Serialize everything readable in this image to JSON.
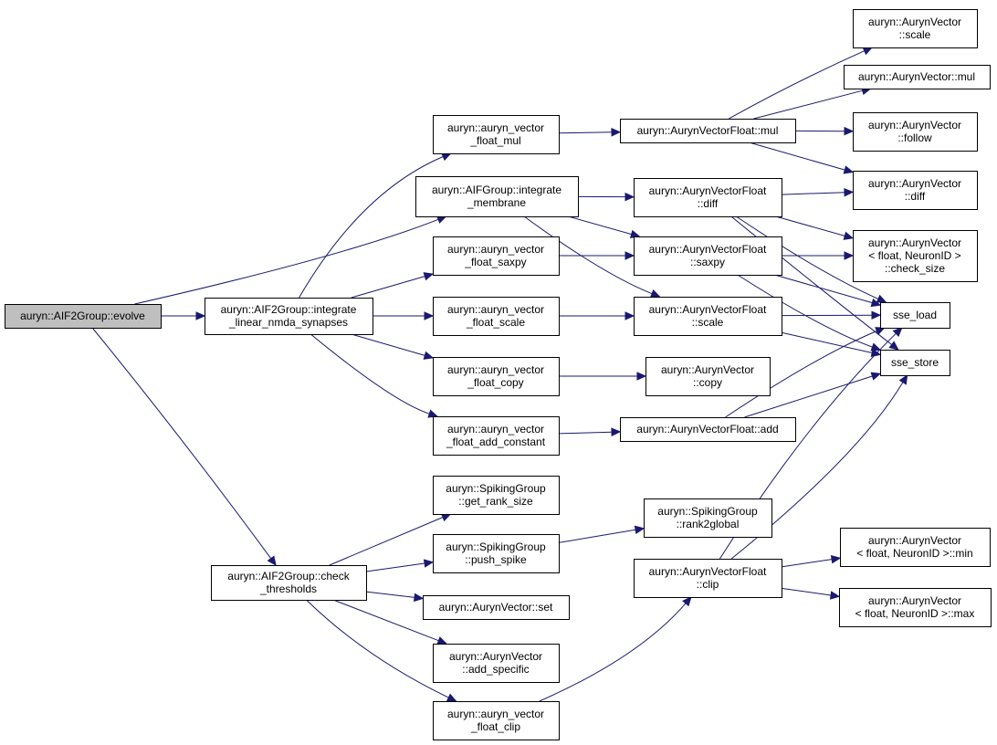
{
  "graph": {
    "nodes": [
      {
        "id": "evolve",
        "lines": [
          "auryn::AIF2Group::evolve"
        ],
        "root": true
      },
      {
        "id": "integrate_linear",
        "lines": [
          "auryn::AIF2Group::integrate",
          "_linear_nmda_synapses"
        ]
      },
      {
        "id": "check_thresholds",
        "lines": [
          "auryn::AIF2Group::check",
          "_thresholds"
        ]
      },
      {
        "id": "integrate_membrane",
        "lines": [
          "auryn::AIFGroup::integrate",
          "_membrane"
        ]
      },
      {
        "id": "avf_mul",
        "lines": [
          "auryn::auryn_vector",
          "_float_mul"
        ]
      },
      {
        "id": "avf_saxpy",
        "lines": [
          "auryn::auryn_vector",
          "_float_saxpy"
        ]
      },
      {
        "id": "avf_scale",
        "lines": [
          "auryn::auryn_vector",
          "_float_scale"
        ]
      },
      {
        "id": "avf_copy",
        "lines": [
          "auryn::auryn_vector",
          "_float_copy"
        ]
      },
      {
        "id": "avf_add_constant",
        "lines": [
          "auryn::auryn_vector",
          "_float_add_constant"
        ]
      },
      {
        "id": "get_rank_size",
        "lines": [
          "auryn::SpikingGroup",
          "::get_rank_size"
        ]
      },
      {
        "id": "push_spike",
        "lines": [
          "auryn::SpikingGroup",
          "::push_spike"
        ]
      },
      {
        "id": "av_set",
        "lines": [
          "auryn::AurynVector::set"
        ]
      },
      {
        "id": "add_specific",
        "lines": [
          "auryn::AurynVector",
          "::add_specific"
        ]
      },
      {
        "id": "avf_clip",
        "lines": [
          "auryn::auryn_vector",
          "_float_clip"
        ]
      },
      {
        "id": "AVF_mul",
        "lines": [
          "auryn::AurynVectorFloat::mul"
        ]
      },
      {
        "id": "AVF_diff",
        "lines": [
          "auryn::AurynVectorFloat",
          "::diff"
        ]
      },
      {
        "id": "AVF_saxpy",
        "lines": [
          "auryn::AurynVectorFloat",
          "::saxpy"
        ]
      },
      {
        "id": "AVF_scale",
        "lines": [
          "auryn::AurynVectorFloat",
          "::scale"
        ]
      },
      {
        "id": "AV_copy",
        "lines": [
          "auryn::AurynVector",
          "::copy"
        ]
      },
      {
        "id": "AVF_add",
        "lines": [
          "auryn::AurynVectorFloat::add"
        ]
      },
      {
        "id": "rank2global",
        "lines": [
          "auryn::SpikingGroup",
          "::rank2global"
        ]
      },
      {
        "id": "AVF_clip",
        "lines": [
          "auryn::AurynVectorFloat",
          "::clip"
        ]
      },
      {
        "id": "AV_scale",
        "lines": [
          "auryn::AurynVector",
          "::scale"
        ]
      },
      {
        "id": "AV_mul",
        "lines": [
          "auryn::AurynVector::mul"
        ]
      },
      {
        "id": "AV_follow",
        "lines": [
          "auryn::AurynVector",
          "::follow"
        ]
      },
      {
        "id": "AV_diff",
        "lines": [
          "auryn::AurynVector",
          "::diff"
        ]
      },
      {
        "id": "AV_check_size",
        "lines": [
          "auryn::AurynVector",
          "< float, NeuronID >",
          "::check_size"
        ]
      },
      {
        "id": "sse_load",
        "lines": [
          "sse_load"
        ]
      },
      {
        "id": "sse_store",
        "lines": [
          "sse_store"
        ]
      },
      {
        "id": "AV_min",
        "lines": [
          "auryn::AurynVector",
          "< float, NeuronID >::min"
        ]
      },
      {
        "id": "AV_max",
        "lines": [
          "auryn::AurynVector",
          "< float, NeuronID >::max"
        ]
      }
    ],
    "edges": [
      {
        "from": "evolve",
        "to": "integrate_linear"
      },
      {
        "from": "evolve",
        "to": "integrate_membrane"
      },
      {
        "from": "evolve",
        "to": "check_thresholds"
      },
      {
        "from": "integrate_linear",
        "to": "avf_mul"
      },
      {
        "from": "integrate_linear",
        "to": "avf_saxpy"
      },
      {
        "from": "integrate_linear",
        "to": "avf_scale"
      },
      {
        "from": "integrate_linear",
        "to": "avf_copy"
      },
      {
        "from": "integrate_linear",
        "to": "avf_add_constant"
      },
      {
        "from": "integrate_membrane",
        "to": "AVF_diff"
      },
      {
        "from": "integrate_membrane",
        "to": "AVF_saxpy"
      },
      {
        "from": "integrate_membrane",
        "to": "AVF_scale"
      },
      {
        "from": "avf_mul",
        "to": "AVF_mul"
      },
      {
        "from": "avf_saxpy",
        "to": "AVF_saxpy"
      },
      {
        "from": "avf_scale",
        "to": "AVF_scale"
      },
      {
        "from": "avf_copy",
        "to": "AV_copy"
      },
      {
        "from": "avf_add_constant",
        "to": "AVF_add"
      },
      {
        "from": "AVF_mul",
        "to": "AV_scale"
      },
      {
        "from": "AVF_mul",
        "to": "AV_mul"
      },
      {
        "from": "AVF_mul",
        "to": "AV_follow"
      },
      {
        "from": "AVF_mul",
        "to": "AV_diff"
      },
      {
        "from": "AVF_diff",
        "to": "AV_diff"
      },
      {
        "from": "AVF_diff",
        "to": "AV_check_size"
      },
      {
        "from": "AVF_diff",
        "to": "sse_load"
      },
      {
        "from": "AVF_diff",
        "to": "sse_store"
      },
      {
        "from": "AVF_saxpy",
        "to": "AV_check_size"
      },
      {
        "from": "AVF_saxpy",
        "to": "sse_load"
      },
      {
        "from": "AVF_saxpy",
        "to": "sse_store"
      },
      {
        "from": "AVF_scale",
        "to": "sse_load"
      },
      {
        "from": "AVF_scale",
        "to": "sse_store"
      },
      {
        "from": "AVF_add",
        "to": "sse_load"
      },
      {
        "from": "AVF_add",
        "to": "sse_store"
      },
      {
        "from": "check_thresholds",
        "to": "get_rank_size"
      },
      {
        "from": "check_thresholds",
        "to": "push_spike"
      },
      {
        "from": "check_thresholds",
        "to": "av_set"
      },
      {
        "from": "check_thresholds",
        "to": "add_specific"
      },
      {
        "from": "check_thresholds",
        "to": "avf_clip"
      },
      {
        "from": "push_spike",
        "to": "rank2global"
      },
      {
        "from": "avf_clip",
        "to": "AVF_clip"
      },
      {
        "from": "AVF_clip",
        "to": "AV_min"
      },
      {
        "from": "AVF_clip",
        "to": "AV_max"
      },
      {
        "from": "AVF_clip",
        "to": "sse_load"
      },
      {
        "from": "AVF_clip",
        "to": "sse_store"
      }
    ]
  }
}
